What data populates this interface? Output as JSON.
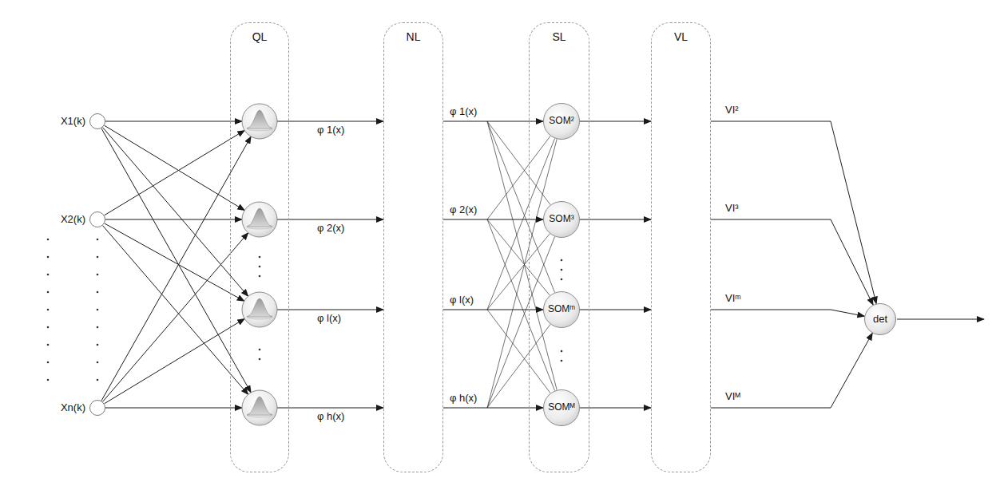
{
  "diagram": {
    "nodes": [
      {
        "text": [
          "X1(k)"
        ]
      },
      {
        "text": [
          "X2(k)"
        ]
      },
      {
        "text": [
          "Xn(k)"
        ]
      },
      {
        "text": [
          "QL"
        ]
      },
      {
        "text": [
          "NL"
        ]
      },
      {
        "text": [
          "SL"
        ]
      },
      {
        "text": [
          "SOM²"
        ],
        "in": 5
      },
      {
        "text": [
          "SOM³"
        ],
        "in": 5
      },
      {
        "text": [
          "SOMᵐ"
        ],
        "in": 5
      },
      {
        "text": [
          "SOMᴹ"
        ],
        "in": 5
      },
      {
        "text": [
          "VL"
        ]
      },
      {
        "text": [
          "det"
        ]
      }
    ],
    "edges": [
      {
        "from": 3,
        "to": 4,
        "arrow": "to",
        "label": "φ 1(x)"
      },
      {
        "from": 3,
        "to": 4,
        "arrow": "to",
        "label": "φ 2(x)"
      },
      {
        "from": 3,
        "to": 4,
        "arrow": "to",
        "label": "φ l(x)"
      },
      {
        "from": 3,
        "to": 4,
        "arrow": "to",
        "label": "φ h(x)"
      },
      {
        "from": 4,
        "to": 6,
        "arrow": "to",
        "label": "φ 1(x)"
      },
      {
        "from": 4,
        "to": 7,
        "arrow": "to",
        "label": "φ 2(x)"
      },
      {
        "from": 4,
        "to": 8,
        "arrow": "to",
        "label": "φ l(x)"
      },
      {
        "from": 4,
        "to": 9,
        "arrow": "to",
        "label": "φ h(x)"
      },
      {
        "from": 6,
        "to": 10,
        "arrow": "to"
      },
      {
        "from": 7,
        "to": 10,
        "arrow": "to"
      },
      {
        "from": 8,
        "to": 10,
        "arrow": "to"
      },
      {
        "from": 9,
        "to": 10,
        "arrow": "to"
      },
      {
        "from": 10,
        "to": 11,
        "arrow": "to",
        "label": "VI²"
      },
      {
        "from": 10,
        "to": 11,
        "arrow": "to",
        "label": "VI³"
      },
      {
        "from": 10,
        "to": 11,
        "arrow": "to",
        "label": "VIᵐ"
      },
      {
        "from": 10,
        "to": 11,
        "arrow": "to",
        "label": "VIᴹ"
      }
    ]
  }
}
